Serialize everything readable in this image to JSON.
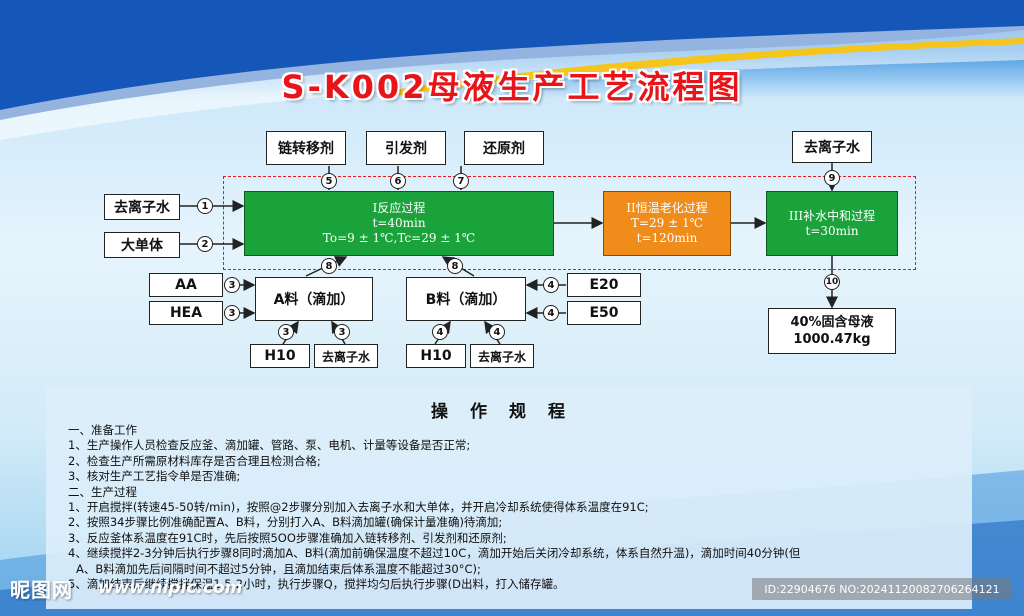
{
  "title": "S-K002母液生产工艺流程图",
  "inputs": {
    "chain_agent": "链转移剂",
    "initiator": "引发剂",
    "reducer": "还原剂",
    "deionized_water_top": "去离子水",
    "deionized_water_left": "去离子水",
    "macro_monomer": "大单体",
    "aa": "AA",
    "hea": "HEA",
    "h10_a": "H10",
    "water_a": "去离子水",
    "h10_b": "H10",
    "water_b": "去离子水",
    "e20": "E20",
    "e50": "E50"
  },
  "process": {
    "reaction": {
      "line1": "I反应过程",
      "line2": "t=40min",
      "line3": "To=9 ± 1℃,Tc=29 ± 1℃"
    },
    "aging": {
      "line1": "II恒温老化过程",
      "line2": "T=29 ± 1℃",
      "line3": "t=120min"
    },
    "neutral": {
      "line1": "III补水中和过程",
      "line2": "t=30min"
    },
    "feed_a": "A料（滴加）",
    "feed_b": "B料（滴加）",
    "product_line1": "40%固含母液",
    "product_line2": "1000.47kg"
  },
  "steps": {
    "s1": "1",
    "s2": "2",
    "s3": "3",
    "s4": "4",
    "s5": "5",
    "s6": "6",
    "s7": "7",
    "s8": "8",
    "s9": "9",
    "s10": "10"
  },
  "procedure": {
    "title": "操作规程",
    "lines": [
      "一、准备工作",
      "1、生产操作人员检查反应釜、滴加罐、管路、泵、电机、计量等设备是否正常;",
      "2、检查生产所需原材料库存是否合理且检测合格;",
      "3、核对生产工艺指令单是否准确;",
      "二、生产过程",
      "1、开启搅拌(转速45-50转/min)，按照@2步骤分别加入去离子水和大单体，并开启冷却系统使得体系温度在91C;",
      "2、按照34步骤比例准确配置A、B料，分别打入A、B料滴加罐(确保计量准确)待滴加;",
      "3、反应釜体系温度在91C时，先后按照5OO步骤准确加入链转移剂、引发剂和还原剂;",
      "4、继续搅拌2-3分钟后执行步骤8同时滴加A、B料(滴加前确保温度不超过10C，滴加开始后关闭冷却系统，体系自然升温)，滴加时间40分钟(但",
      "A、B料滴加先后间隔时间不超过5分钟，且滴加结束后体系温度不能超过30°C);",
      "5、滴加结束后继续搅拌保温1.5-2小时，执行步骤Q，搅拌均匀后执行步骤(D出料，打入储存罐。"
    ]
  },
  "watermark": {
    "brand": "昵图网",
    "url": "www.nipic.com",
    "id": "ID:22904676 NO:20241120082706264121"
  }
}
